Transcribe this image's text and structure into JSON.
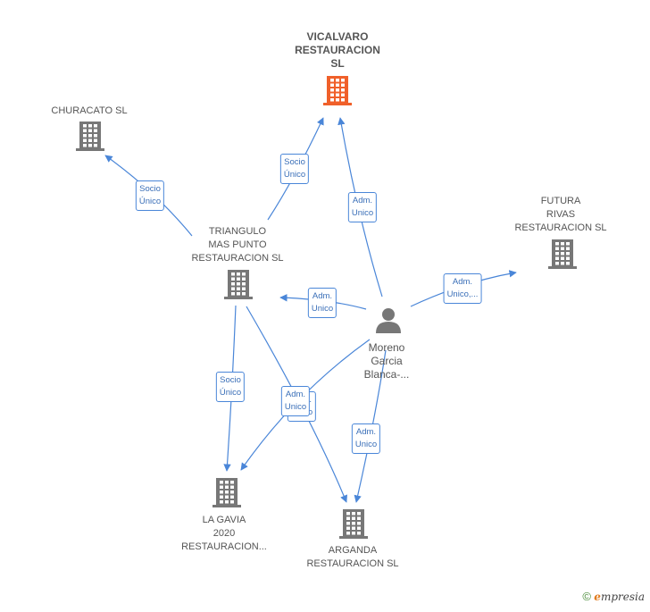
{
  "colors": {
    "edge": "#4a86d8",
    "building": "#777777",
    "building_main": "#f0602a",
    "person": "#777777"
  },
  "nodes": [
    {
      "id": "vicalvaro",
      "lines": [
        "VICALVARO",
        "RESTAURACION",
        "SL"
      ],
      "kind": "company-main",
      "icon": "building-icon"
    },
    {
      "id": "churacato",
      "lines": [
        "CHURACATO  SL"
      ],
      "kind": "company",
      "icon": "building-icon"
    },
    {
      "id": "triangulo",
      "lines": [
        "TRIANGULO",
        "MAS PUNTO",
        "RESTAURACION SL"
      ],
      "kind": "company",
      "icon": "building-icon"
    },
    {
      "id": "futura",
      "lines": [
        "FUTURA",
        "RIVAS",
        "RESTAURACION SL"
      ],
      "kind": "company",
      "icon": "building-icon"
    },
    {
      "id": "moreno",
      "lines": [
        "Moreno",
        "Garcia",
        "Blanca-..."
      ],
      "kind": "person",
      "icon": "person-icon"
    },
    {
      "id": "lagavia",
      "lines": [
        "LA GAVIA",
        "2020",
        "RESTAURACION..."
      ],
      "kind": "company",
      "icon": "building-icon"
    },
    {
      "id": "arganda",
      "lines": [
        "ARGANDA",
        "RESTAURACION SL"
      ],
      "kind": "company",
      "icon": "building-icon"
    }
  ],
  "edges": [
    {
      "from": "triangulo",
      "to": "churacato",
      "label": [
        "Socio",
        "Único"
      ]
    },
    {
      "from": "triangulo",
      "to": "vicalvaro",
      "label": [
        "Socio",
        "Único"
      ]
    },
    {
      "from": "moreno",
      "to": "vicalvaro",
      "label": [
        "Adm.",
        "Unico"
      ]
    },
    {
      "from": "moreno",
      "to": "triangulo",
      "label": [
        "Adm.",
        "Unico"
      ]
    },
    {
      "from": "moreno",
      "to": "futura",
      "label": [
        "Adm.",
        "Unico,..."
      ]
    },
    {
      "from": "triangulo",
      "to": "lagavia",
      "label": [
        "Socio",
        "Único"
      ]
    },
    {
      "from": "moreno",
      "to": "lagavia",
      "label": [
        "Adm.",
        "Unico"
      ]
    },
    {
      "from": "triangulo",
      "to": "arganda",
      "label": [
        "Adm.",
        "Unico"
      ]
    },
    {
      "from": "moreno",
      "to": "arganda",
      "label": [
        "Adm.",
        "Unico"
      ]
    }
  ],
  "footer": {
    "copyright": "©",
    "brand_initial": "e",
    "brand_rest": "mpresia"
  }
}
